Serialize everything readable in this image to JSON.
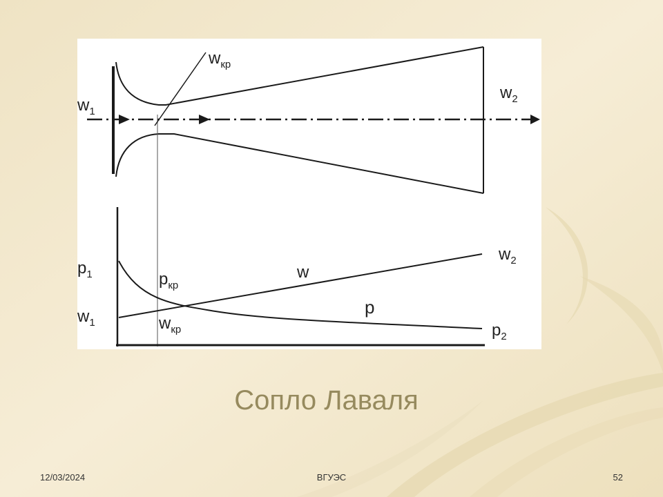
{
  "slide": {
    "caption": "Сопло Лаваля",
    "footer": {
      "date": "12/03/2024",
      "organization": "ВГУЭС",
      "slide_number": "52"
    }
  },
  "diagram": {
    "nozzle_labels": {
      "inlet_velocity": "w",
      "inlet_velocity_sub": "1",
      "critical_velocity": "w",
      "critical_velocity_sub": "кр",
      "outlet_velocity": "w",
      "outlet_velocity_sub": "2"
    },
    "graph_labels": {
      "p1": "p",
      "p1_sub": "1",
      "w1": "w",
      "w1_sub": "1",
      "p_critical": "p",
      "p_critical_sub": "кр",
      "w_critical": "w",
      "w_critical_sub": "кр",
      "w_curve": "w",
      "p_curve": "p",
      "w2": "w",
      "w2_sub": "2",
      "p2": "p",
      "p2_sub": "2"
    }
  },
  "colors": {
    "background": "#f2e7c9",
    "caption": "#968a5e",
    "swoosh": "#e4d6ae",
    "line": "#1a1a1a"
  }
}
